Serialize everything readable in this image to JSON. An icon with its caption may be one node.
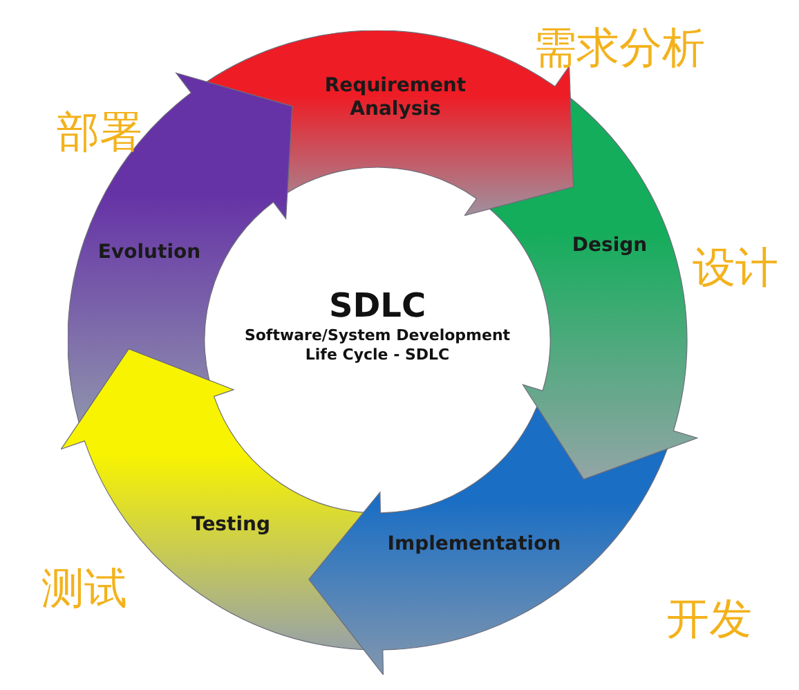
{
  "diagram": {
    "nodes": [
      {
        "text": [
          "Requirement Analysis"
        ],
        "beside": [
          "需求分析"
        ]
      },
      {
        "text": [
          "Design"
        ],
        "beside": [
          "设计"
        ]
      },
      {
        "text": [
          "Implementation"
        ],
        "beside": [
          "开发"
        ]
      },
      {
        "text": [
          "Testing"
        ],
        "beside": [
          "测试"
        ]
      },
      {
        "text": [
          "Evolution"
        ],
        "beside": [
          "部署"
        ]
      }
    ],
    "labels": [
      "SDLC",
      "Software/System Development Life Cycle - SDLC"
    ]
  }
}
